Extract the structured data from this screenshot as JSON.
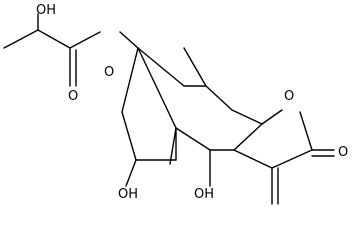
{
  "figure": {
    "type": "chemical-structure",
    "bond_color": "#000000",
    "background": "#ffffff"
  },
  "atoms": {
    "oh_lactate": "OH",
    "o_carbonyl_ester": "O",
    "o_ester": "O",
    "o_ring": "O",
    "o_lactone_carbonyl": "O",
    "oh_left": "OH",
    "oh_right": "OH"
  }
}
